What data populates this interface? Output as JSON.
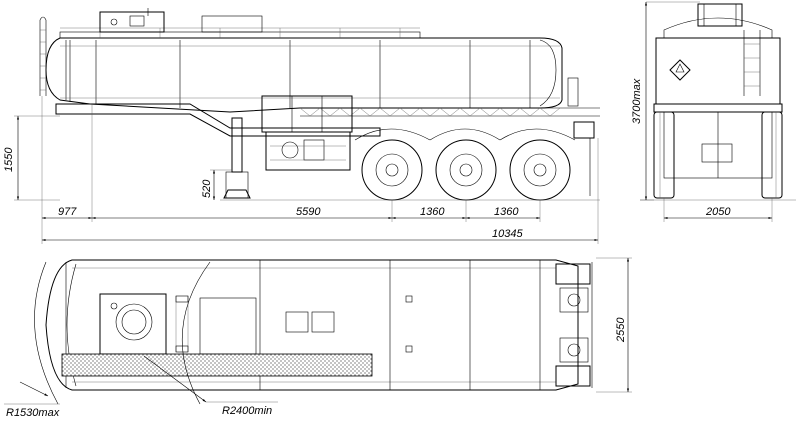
{
  "dimensions": {
    "height_1550": "1550",
    "height_520": "520",
    "height_3700": "3700max",
    "len_977": "977",
    "len_5590": "5590",
    "len_1360a": "1360",
    "len_1360b": "1360",
    "len_10345": "10345",
    "width_2050": "2050",
    "width_2550": "2550",
    "radius_1530": "R1530max",
    "radius_2400": "R2400min"
  },
  "icons": {
    "hazard_diamond": "hazard-diamond-icon"
  }
}
